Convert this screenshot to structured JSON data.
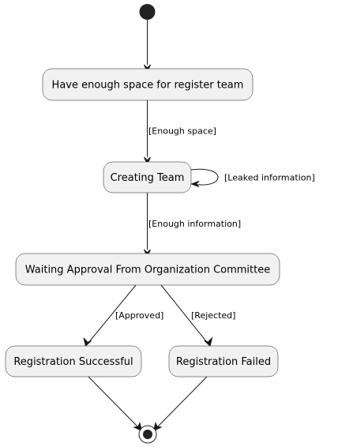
{
  "diagram": {
    "states": {
      "have_space": "Have enough space for register team",
      "creating_team": "Creating Team",
      "waiting_approval": "Waiting Approval From Organization Committee",
      "registration_successful": "Registration Successful",
      "registration_failed": "Registration Failed"
    },
    "transitions": {
      "enough_space": "[Enough space]",
      "leaked_information": "[Leaked information]",
      "enough_information": "[Enough information]",
      "approved": "[Approved]",
      "rejected": "[Rejected]"
    },
    "colors": {
      "state_fill": "#f1f1f1",
      "state_border": "#181818",
      "line": "#181818",
      "initial_node": "#222222"
    }
  }
}
